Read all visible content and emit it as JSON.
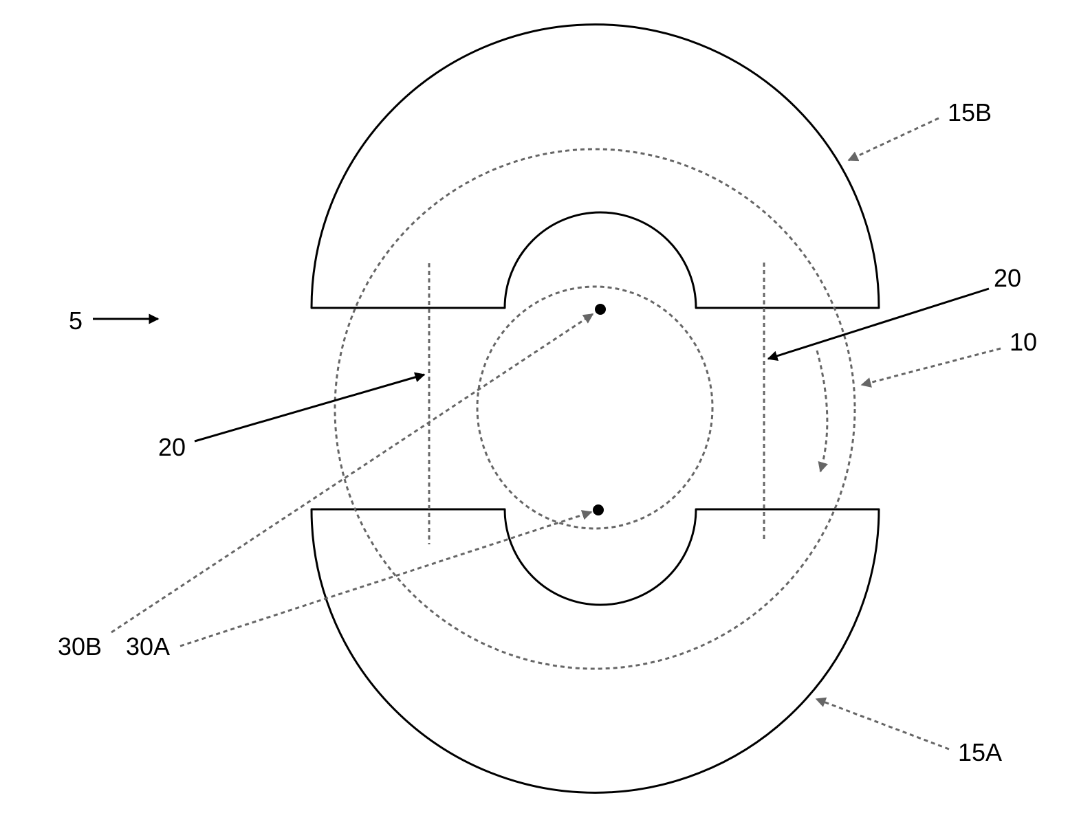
{
  "labels": {
    "device": "5",
    "flux_path": "10",
    "core_upper": "15B",
    "core_lower": "15A",
    "gap_right": "20",
    "gap_left": "20",
    "point_b": "30B",
    "point_a": "30A"
  },
  "colors": {
    "outline": "#000000",
    "dashed": "#666666",
    "background": "#ffffff"
  }
}
